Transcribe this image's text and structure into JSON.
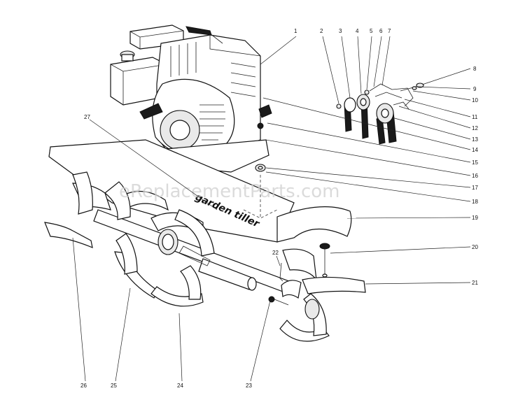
{
  "watermark": "eReplacementParts.com",
  "decal_text": "garden tiller",
  "callouts": [
    "1",
    "2",
    "3",
    "4",
    "5",
    "6",
    "7",
    "8",
    "9",
    "10",
    "11",
    "12",
    "13",
    "14",
    "15",
    "16",
    "17",
    "18",
    "19",
    "20",
    "21",
    "22",
    "23",
    "24",
    "25",
    "26",
    "27"
  ]
}
